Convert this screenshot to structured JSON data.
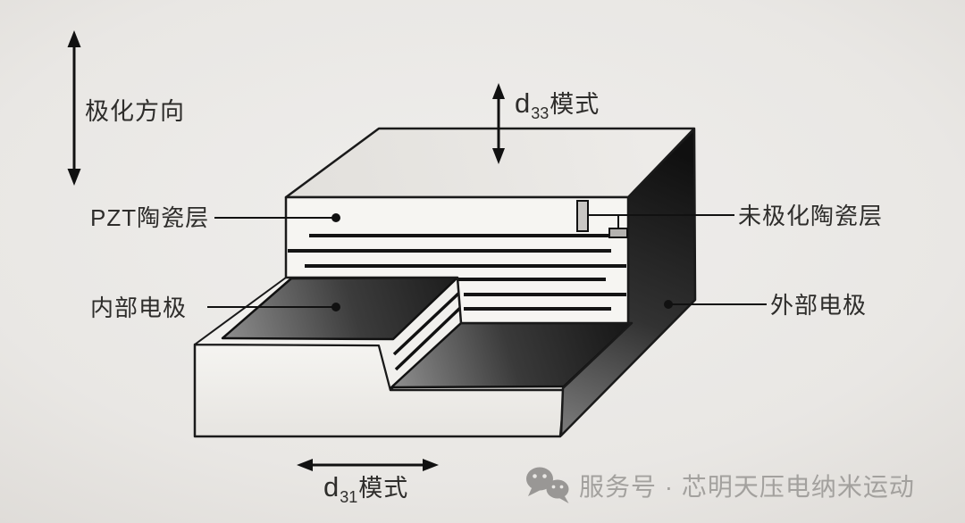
{
  "diagram": {
    "polarization_label": "极化方向",
    "pzt_label": "PZT陶瓷层",
    "internal_electrode_label": "内部电极",
    "unpoled_label": "未极化陶瓷层",
    "external_electrode_label": "外部电极",
    "d33_mode": {
      "symbol": "d",
      "subscript": "33",
      "text": "模式"
    },
    "d31_mode": {
      "symbol": "d",
      "subscript": "31",
      "text": "模式"
    },
    "colors": {
      "outline": "#1a1a1a",
      "electrode_line": "#141414",
      "ceramic_white": "#f6f5f2",
      "top_face": "#e8e6e2",
      "unpoled_fill": "#c9c7c4",
      "dark_face_light": "#7d7d7d",
      "dark_face_dark": "#101010",
      "label_text": "#2e2d2b",
      "background_center": "#efeeec",
      "background_edge": "#ccc9c5",
      "watermark_gray": "#a3a19e"
    }
  },
  "watermark": {
    "icon": "wechat-icon",
    "text": "服务号 · 芯明天压电纳米运动"
  }
}
